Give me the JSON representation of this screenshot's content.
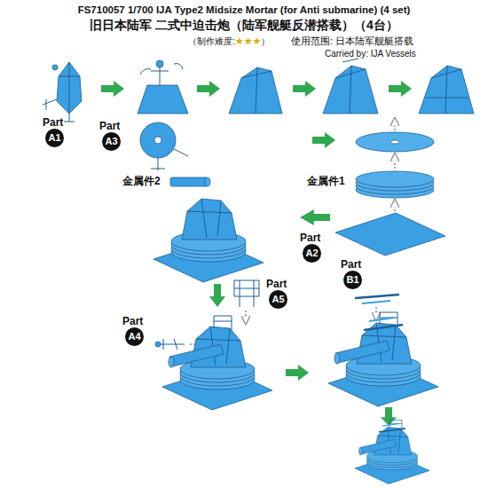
{
  "diagram": {
    "title": "FS710057 1/700 IJA Type2 Midsize Mortar (for Anti submarine) (4 set)",
    "nodes": [
      {
        "text": [
          "Part",
          "A1"
        ]
      },
      {
        "text": [
          "Part",
          "A3"
        ]
      },
      {
        "text": [
          "Part",
          "A2"
        ]
      },
      {
        "text": [
          "Part",
          "B1"
        ]
      },
      {
        "text": [
          "Part",
          "A5"
        ]
      },
      {
        "text": [
          "Part",
          "A4"
        ]
      }
    ],
    "labels": [
      "旧日本陆军 二式中迫击炮（陆军舰艇反潜搭载）（4台）",
      "（制作难度:",
      "★★★",
      "）",
      "使用范围: 日本陆军舰艇搭载",
      "Carried by: IJA Vessels",
      "金属件2",
      "金属件1"
    ]
  }
}
